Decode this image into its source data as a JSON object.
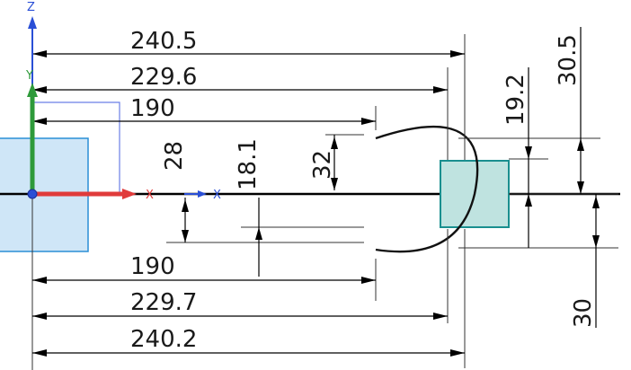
{
  "colors": {
    "background": "#ffffff",
    "axis_x": "#e03b3b",
    "axis_y": "#2e9a3a",
    "axis_z": "#2a4fd6",
    "workplane_fill": "#cfe6f7",
    "workplane_stroke": "#2a8fd6",
    "part_fill": "#bfe3e0",
    "part_stroke": "#1a8f8f"
  },
  "axes": {
    "x_label": "X",
    "y_label": "Y",
    "z_label": "Z",
    "x_secondary_label": "X"
  },
  "dimensions": {
    "top": [
      "240.5",
      "229.6",
      "190"
    ],
    "bottom": [
      "190",
      "229.7",
      "240.2"
    ],
    "vertical_left": [
      "28",
      "18.1",
      "32"
    ],
    "vertical_right": [
      "19.2",
      "30.5",
      "30"
    ]
  }
}
